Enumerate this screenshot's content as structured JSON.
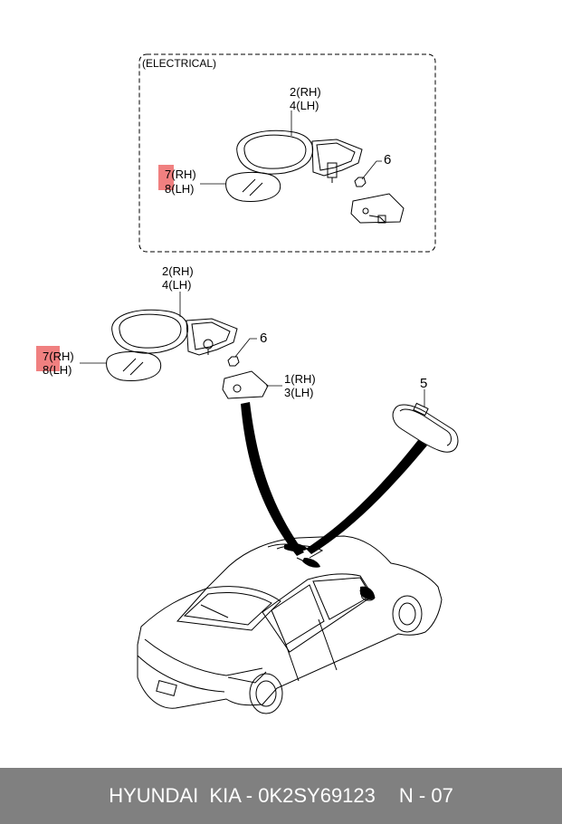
{
  "electrical_box": {
    "title": "(ELECTRICAL)"
  },
  "callouts": {
    "mirror_rh": "2",
    "mirror_lh": "4",
    "glass_rh": "7",
    "glass_lh": "8",
    "bracket_rh": "1",
    "bracket_lh": "3",
    "screw": "6",
    "inside_mirror": "5",
    "rh": "(RH)",
    "lh": "(LH)"
  },
  "highlight_color": "#f08080",
  "footer": {
    "part_text": "HYUNDAI  KIA - 0K2SY69123",
    "page_ref": "N - 07"
  }
}
